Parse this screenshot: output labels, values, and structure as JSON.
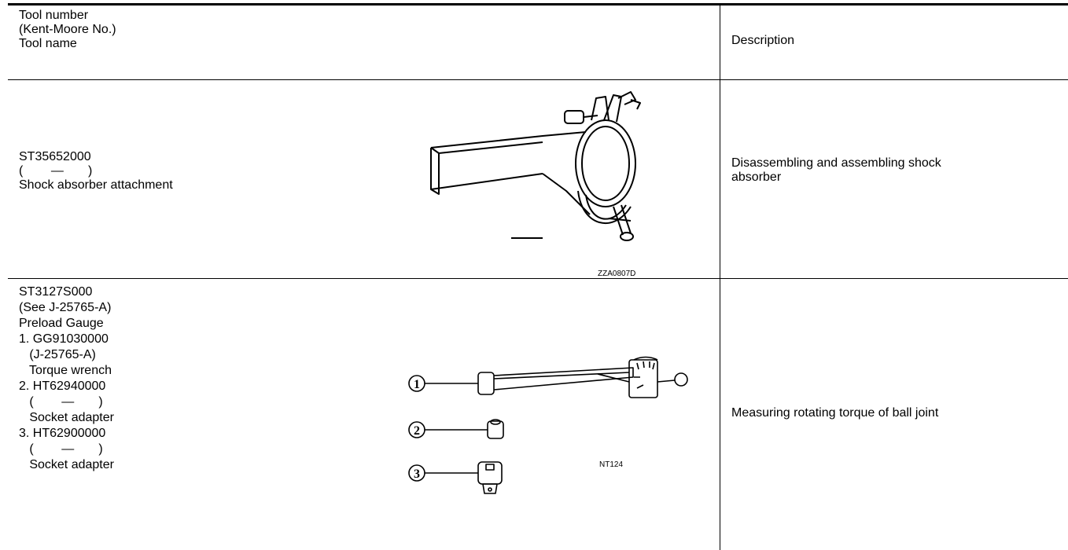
{
  "header": {
    "col1_lines": [
      "Tool number",
      "(Kent-Moore No.)",
      "Tool name"
    ],
    "col2": "Description"
  },
  "rows": [
    {
      "lines": [
        "ST35652000",
        "(        —       )",
        "Shock absorber attachment"
      ],
      "figure_code": "ZZA0807D",
      "description_lines": [
        "Disassembling and assembling shock",
        "absorber"
      ]
    },
    {
      "lines": [
        "ST3127S000",
        "(See J-25765-A)",
        "Preload Gauge",
        "1. GG91030000",
        "   (J-25765-A)",
        "   Torque wrench",
        "2. HT62940000",
        "   (        —       )",
        "   Socket adapter",
        "3. HT62900000",
        "   (        —       )",
        "   Socket adapter"
      ],
      "figure_code": "NT124",
      "figure_callouts": [
        "1",
        "2",
        "3"
      ],
      "description_lines": [
        "Measuring rotating torque of ball joint"
      ]
    }
  ]
}
